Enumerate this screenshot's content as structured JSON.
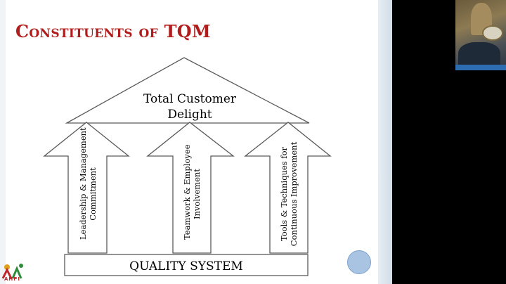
{
  "slide": {
    "title": "Constituents of TQM",
    "roof_text": "Total Customer Delight",
    "pillars": [
      {
        "line1": "Leadership & Management",
        "line2": "Commitment"
      },
      {
        "line1": "Teamwork & Employee",
        "line2": "Involvement"
      },
      {
        "line1": "Tools & Techniques for",
        "line2": "Continuous Improvement"
      }
    ],
    "base_text": "QUALITY SYSTEM",
    "logo_text": "AHPI"
  },
  "colors": {
    "title": "#b11c1c",
    "nav_circle": "#a9c4e2"
  },
  "icons": {
    "navigation": "circle-nav-icon",
    "logo": "ahpi-logo-icon"
  }
}
